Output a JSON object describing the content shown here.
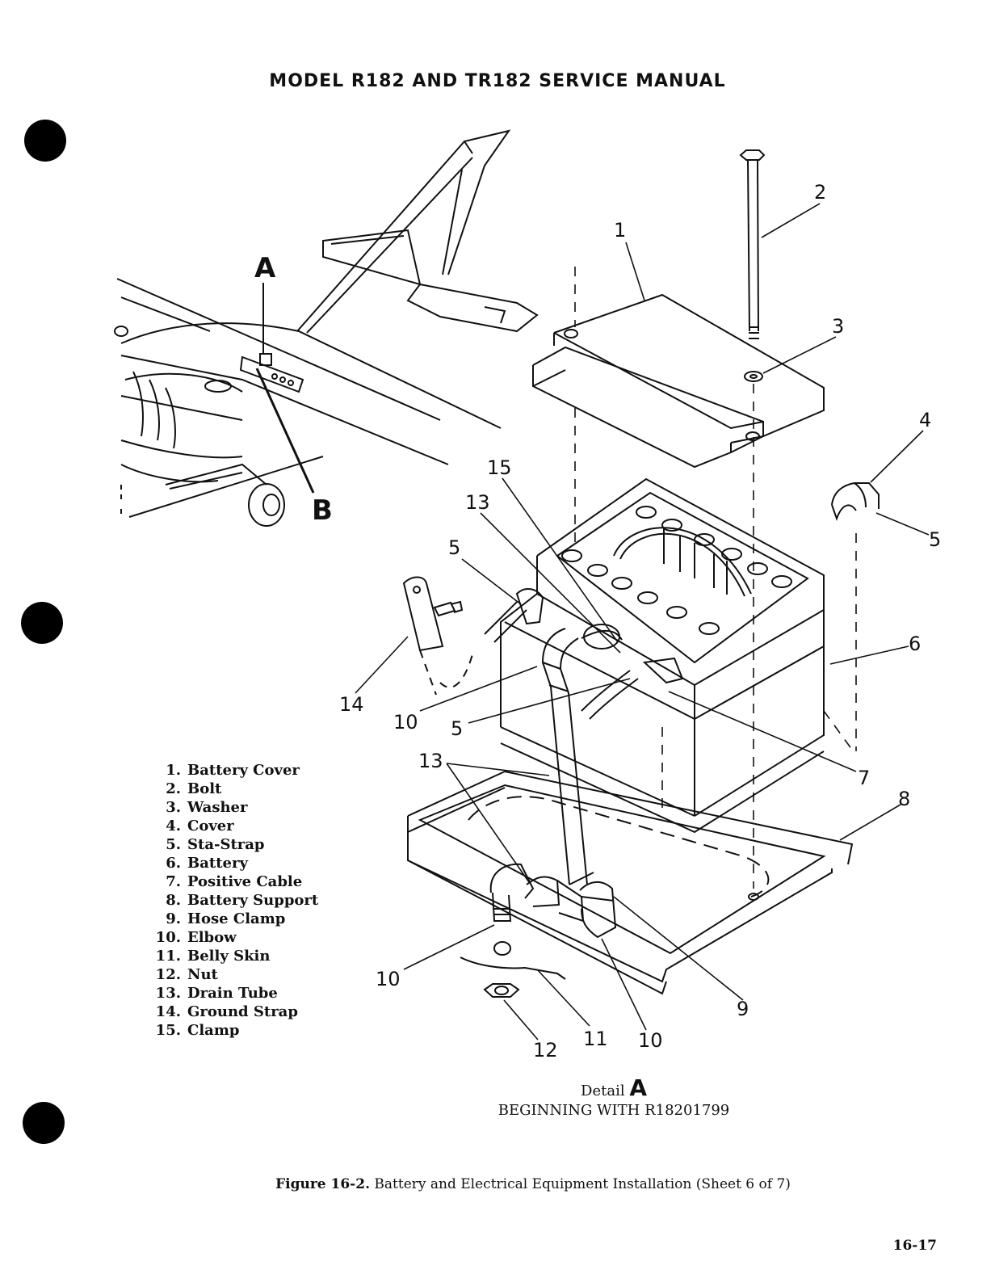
{
  "header": {
    "title": "MODEL R182 AND TR182 SERVICE MANUAL"
  },
  "view_labels": {
    "a": "A",
    "b": "B"
  },
  "callouts": {
    "c1": "1",
    "c2": "2",
    "c3": "3",
    "c4": "4",
    "c5a": "5",
    "c5b": "5",
    "c5c": "5",
    "c6": "6",
    "c7": "7",
    "c8": "8",
    "c9": "9",
    "c10a": "10",
    "c10b": "10",
    "c10c": "10",
    "c11": "11",
    "c12": "12",
    "c13a": "13",
    "c13b": "13",
    "c14": "14",
    "c15": "15"
  },
  "legend": [
    {
      "num": "1.",
      "label": "Battery Cover"
    },
    {
      "num": "2.",
      "label": "Bolt"
    },
    {
      "num": "3.",
      "label": "Washer"
    },
    {
      "num": "4.",
      "label": "Cover"
    },
    {
      "num": "5.",
      "label": "Sta-Strap"
    },
    {
      "num": "6.",
      "label": "Battery"
    },
    {
      "num": "7.",
      "label": "Positive Cable"
    },
    {
      "num": "8.",
      "label": "Battery Support"
    },
    {
      "num": "9.",
      "label": "Hose Clamp"
    },
    {
      "num": "10.",
      "label": "Elbow"
    },
    {
      "num": "11.",
      "label": "Belly Skin"
    },
    {
      "num": "12.",
      "label": "Nut"
    },
    {
      "num": "13.",
      "label": "Drain Tube"
    },
    {
      "num": "14.",
      "label": "Ground Strap"
    },
    {
      "num": "15.",
      "label": "Clamp"
    }
  ],
  "detail": {
    "word": "Detail",
    "letter": "A",
    "note": "BEGINNING WITH R18201799"
  },
  "figure_caption": {
    "figure": "Figure 16-2.",
    "text": "Battery and Electrical Equipment Installation (Sheet 6 of 7)"
  },
  "page_number": "16-17"
}
